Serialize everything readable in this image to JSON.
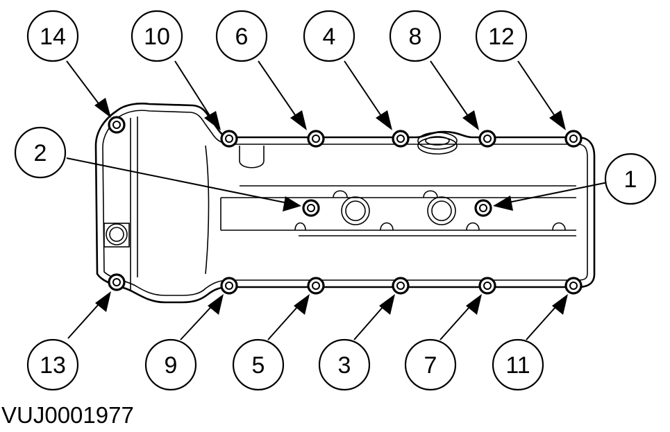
{
  "figure": {
    "reference_code": "VUJ0001977"
  },
  "callouts": [
    {
      "id": "c14",
      "label": "14"
    },
    {
      "id": "c10",
      "label": "10"
    },
    {
      "id": "c6",
      "label": "6"
    },
    {
      "id": "c4",
      "label": "4"
    },
    {
      "id": "c8",
      "label": "8"
    },
    {
      "id": "c12",
      "label": "12"
    },
    {
      "id": "c2",
      "label": "2"
    },
    {
      "id": "c1",
      "label": "1"
    },
    {
      "id": "c13",
      "label": "13"
    },
    {
      "id": "c9",
      "label": "9"
    },
    {
      "id": "c5",
      "label": "5"
    },
    {
      "id": "c3",
      "label": "3"
    },
    {
      "id": "c7",
      "label": "7"
    },
    {
      "id": "c11",
      "label": "11"
    }
  ],
  "colors": {
    "line": "#000000",
    "background": "#ffffff"
  }
}
